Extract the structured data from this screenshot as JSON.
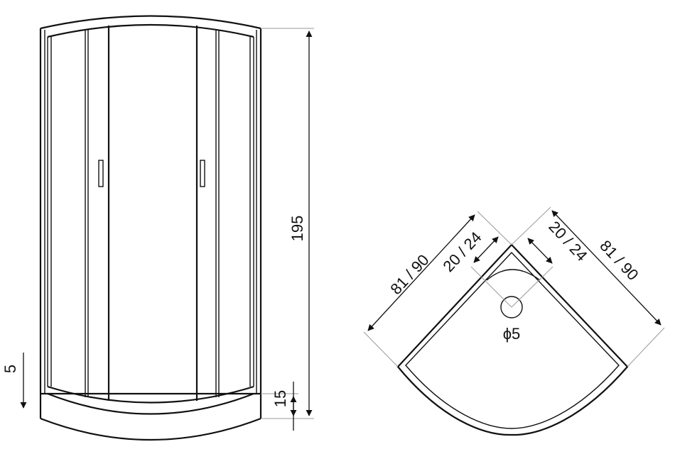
{
  "front_view": {
    "height_label": "195",
    "tray_height_label": "15",
    "floor_offset_label": "5"
  },
  "top_view": {
    "left_side_label": "81 / 90",
    "right_side_label": "81 / 90",
    "left_drain_offset_label": "20 / 24",
    "right_drain_offset_label": "20 / 24",
    "drain_diameter_label": "ϕ5"
  }
}
